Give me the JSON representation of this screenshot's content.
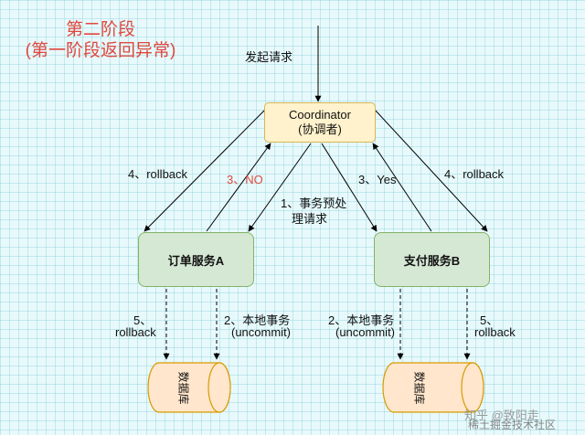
{
  "title": {
    "line1": "第二阶段",
    "line2": "(第一阶段返回异常)"
  },
  "request_label": "发起请求",
  "coordinator": {
    "name": "Coordinator",
    "sub": "(协调者)"
  },
  "services": {
    "a": "订单服务A",
    "b": "支付服务B"
  },
  "database_label": "数据库",
  "arrows": {
    "rollback_left": "4、rollback",
    "rollback_right": "4、rollback",
    "no_reply": "3、NO",
    "yes_reply": "3、Yes",
    "prepare_line1": "1、事务预处",
    "prepare_line2": "理请求"
  },
  "db_links": {
    "a_rollback_line1": "5、",
    "a_rollback_line2": "rollback",
    "a_local_line1": "2、本地事务",
    "a_local_line2": "(uncommit)",
    "b_local_line1": "2、本地事务",
    "b_local_line2": "(uncommit)",
    "b_rollback_line1": "5、",
    "b_rollback_line2": "rollback"
  },
  "watermark": {
    "line1": "知乎 @致阳走",
    "line2": "稀土掘金技术社区"
  },
  "colors": {
    "title": "#e0493f",
    "no_reply": "#e0493f",
    "coordinator_fill": "#fff2cc",
    "service_fill": "#d5e8d4",
    "database_fill": "#ffe6cc",
    "database_stroke": "#d79b00"
  }
}
